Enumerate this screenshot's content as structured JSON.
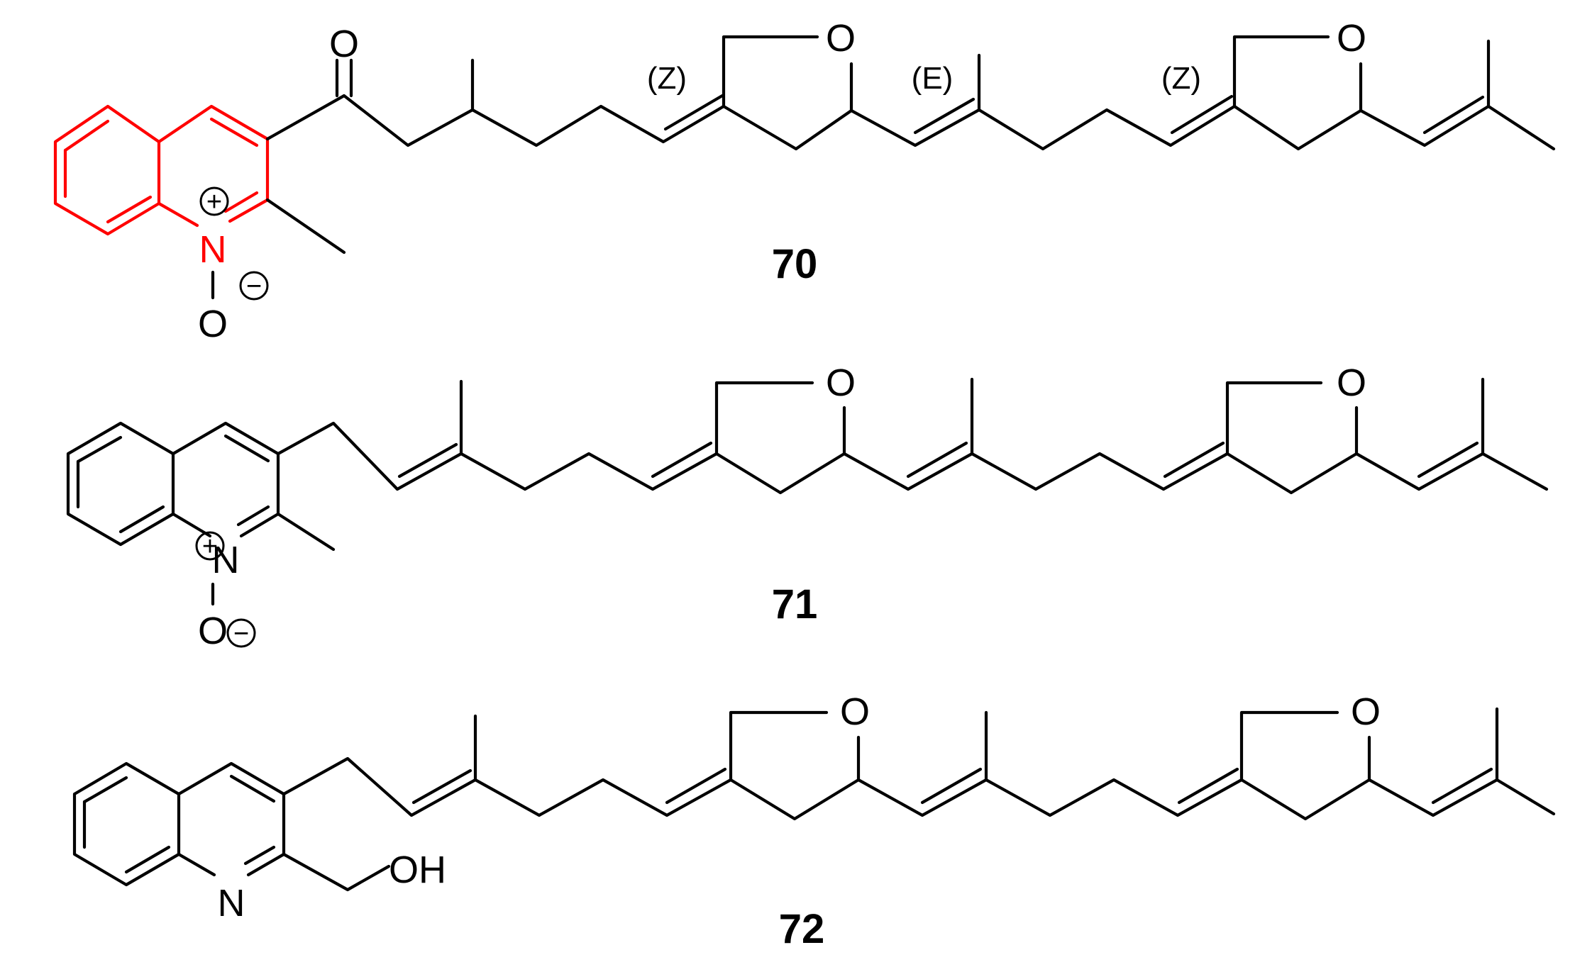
{
  "colors": {
    "highlight": "#ff0000",
    "ink": "#000000",
    "background": "#ffffff"
  },
  "compounds": [
    {
      "label": "70",
      "atoms": {
        "ketone_o": "O",
        "ring_n": "N",
        "n_oxide_o": "O",
        "thf_o_1": "O",
        "thf_o_2": "O"
      },
      "charges": {
        "n_plus": "+",
        "o_minus": "−"
      },
      "stereo_labels": [
        "(Z)",
        "(E)",
        "(Z)"
      ]
    },
    {
      "label": "71",
      "atoms": {
        "ring_n": "N",
        "n_oxide_o": "O",
        "thf_o_1": "O",
        "thf_o_2": "O"
      },
      "charges": {
        "n_plus": "+",
        "o_minus": "−"
      }
    },
    {
      "label": "72",
      "atoms": {
        "ring_n": "N",
        "hydroxyl": "OH",
        "thf_o_1": "O",
        "thf_o_2": "O"
      }
    }
  ]
}
